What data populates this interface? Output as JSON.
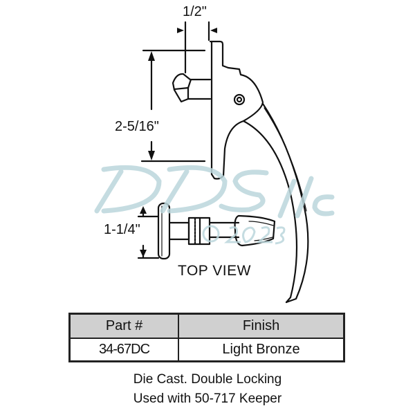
{
  "dimensions": {
    "width_top": "1/2\"",
    "height_side": "2-5/16\"",
    "height_top_view": "1-1/4\""
  },
  "view_label": "TOP VIEW",
  "watermark": {
    "text": "DDS llc",
    "sub_text": "© 2023",
    "color": "#bcd7dc"
  },
  "spec_table": {
    "headers": [
      "Part #",
      "Finish"
    ],
    "rows": [
      [
        "34-67DC",
        "Light Bronze"
      ]
    ],
    "header_bg": "#d0d0d0"
  },
  "description": {
    "line1": "Die Cast. Double Locking",
    "line2": "Used with 50-717 Keeper"
  }
}
